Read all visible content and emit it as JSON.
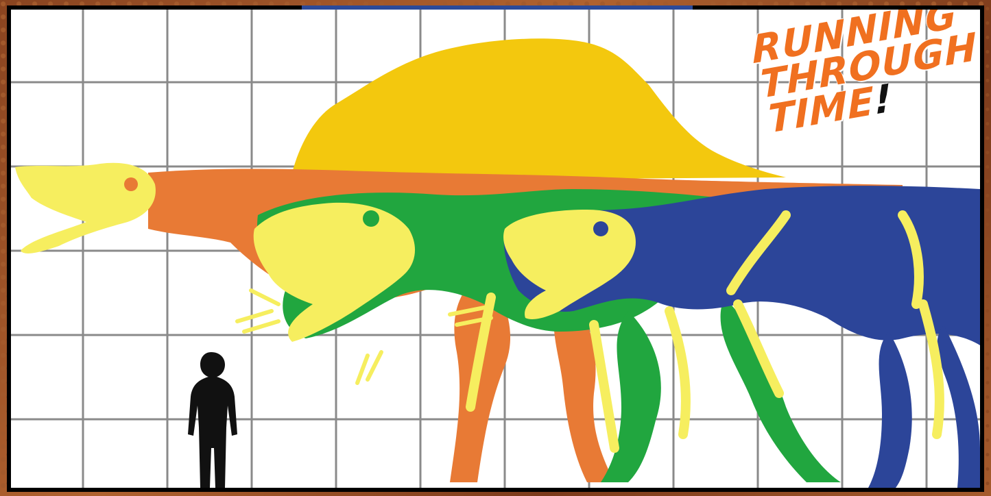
{
  "title": {
    "line1": "Running",
    "line2": "Through",
    "line3": "Time",
    "punctuation": "!"
  },
  "colors": {
    "grid": "#8a8a8a",
    "background": "#ffffff",
    "spinosaurus_sail": "#f3c80e",
    "spinosaurus_body": "#e87a35",
    "carcharodontosaurus_body": "#21a63f",
    "tyrannosaurus_body": "#2c4599",
    "bone": "#f6ee5f",
    "human": "#111111",
    "title": "#f07020",
    "frame": "#000000"
  },
  "icons": [
    "human-silhouette-icon",
    "spinosaurus-silhouette-icon",
    "carcharodontosaurus-silhouette-icon",
    "tyrannosaurus-silhouette-icon"
  ]
}
